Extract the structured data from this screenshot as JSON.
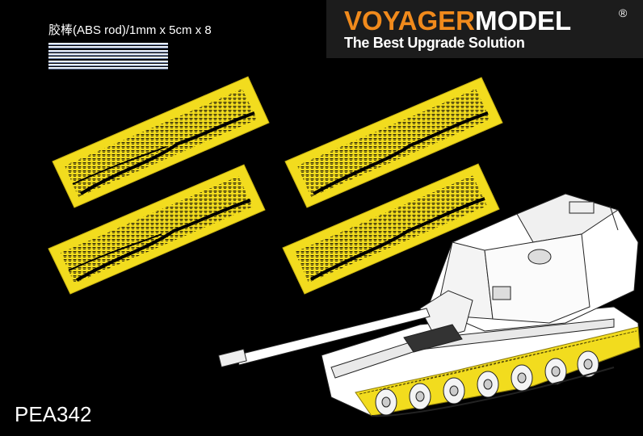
{
  "brand": {
    "name_part1": "VOYAGER",
    "name_part2": "MODEL",
    "registered_mark": "®",
    "tagline": "The Best Upgrade Solution",
    "accent_color": "#f08a1c"
  },
  "abs_rod": {
    "label": "胶棒(ABS rod)/1mm x 5cm x 8",
    "count": 8
  },
  "fret": {
    "count": 4,
    "color": "#f2dc1e"
  },
  "product_code": "PEA342"
}
